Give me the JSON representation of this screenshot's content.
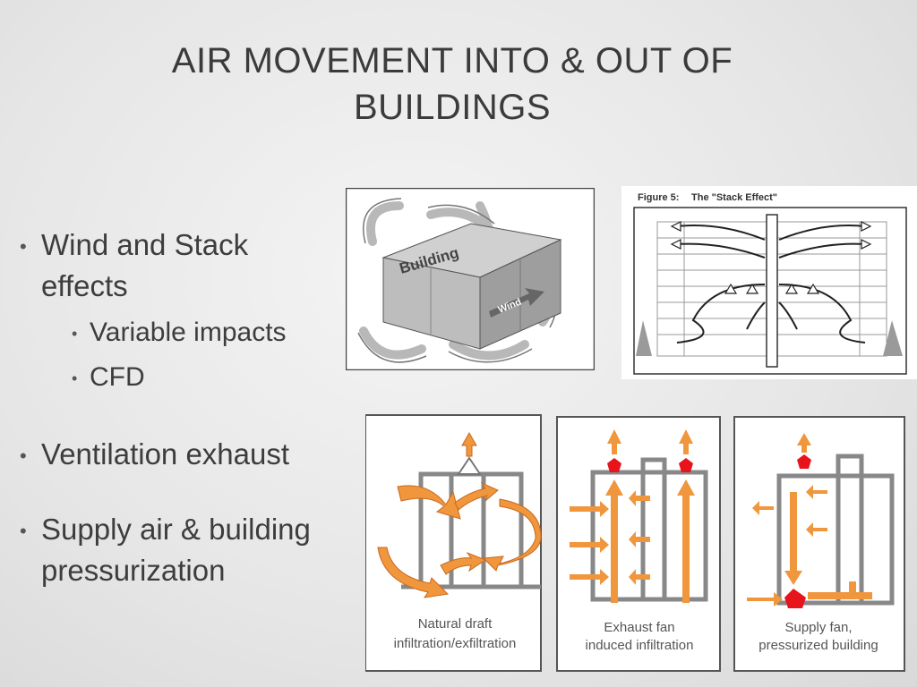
{
  "slide": {
    "title_line1": "AIR MOVEMENT INTO & OUT OF",
    "title_line2": "BUILDINGS"
  },
  "bullets": {
    "wind_line1": "Wind and Stack",
    "wind_line2": "effects",
    "variable": "Variable impacts",
    "cfd": "CFD",
    "ventilation": "Ventilation exhaust",
    "supply_line1": "Supply air & building",
    "supply_line2": "pressurization"
  },
  "wind_figure": {
    "building_label": "Building",
    "wind_label": "Wind"
  },
  "stack_figure": {
    "figure_label": "Figure 5:",
    "figure_title": "The \"Stack Effect\""
  },
  "diagrams": [
    {
      "caption_line1": "Natural draft",
      "caption_line2": "infiltration/exfiltration"
    },
    {
      "caption_line1": "Exhaust fan",
      "caption_line2": "induced infiltration"
    },
    {
      "caption_line1": "Supply fan,",
      "caption_line2": "pressurized building"
    }
  ],
  "colors": {
    "arrow_orange": "#f0963c",
    "fan_red": "#e8141b",
    "title_gray": "#3b3b3b"
  }
}
